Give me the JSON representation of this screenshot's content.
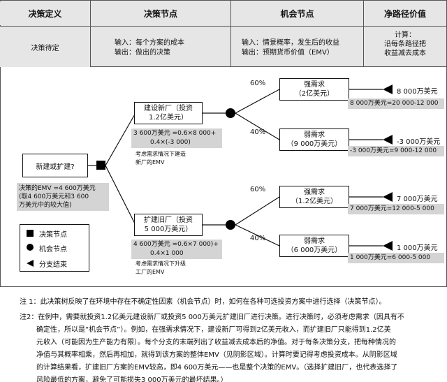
{
  "header": {
    "c1": "决策定义",
    "c2": "决策节点",
    "c3": "机会节点",
    "c4": "净路径价值"
  },
  "def_row": {
    "c1": "决策待定",
    "c2_l1": "输入：每个方案的成本",
    "c2_l2": "输出：做出的决策",
    "c3_l1": "输入：情景概率，发生后的收益",
    "c3_l2": "输出：预期货币价值（EMV）",
    "c4_l1": "计算：",
    "c4_l2": "沿每条路径把",
    "c4_l3": "收益减去成本"
  },
  "tree": {
    "root": "新建或扩建?",
    "root_emv_l1": "决策的EMV =4 600万美元",
    "root_emv_l2": "(取4 600万美元和3 600",
    "root_emv_l3": "万美元中的较大值)",
    "opt1_l1": "建设新厂（投资",
    "opt1_l2": "1.2亿美元）",
    "opt1_emv_l1": "3 600万美元 =0.6×8 000+",
    "opt1_emv_l2": "0.4×(-3 000)",
    "opt1_note_l1": "考虑需求情况下建造",
    "opt1_note_l2": "新厂的EMV",
    "opt2_l1": "扩建旧厂（投资",
    "opt2_l2": "5 000万美元）",
    "opt2_emv_l1": "4 600万美元 =0.6×7 000)+",
    "opt2_emv_l2": "0.4×1 000",
    "opt2_note_l1": "考虑需求情况下升级",
    "opt2_note_l2": "工厂的EMV",
    "branches": [
      {
        "prob": "60%",
        "s1": "强需求",
        "s2": "（2亿美元）",
        "result": "8 000万美元",
        "calc": "8 000万美元=20 000-12 000"
      },
      {
        "prob": "40%",
        "s1": "弱需求",
        "s2": "（9 000万美元）",
        "result": "-3 000万美元",
        "calc": "-3 000万美元=9 000-12 000"
      },
      {
        "prob": "60%",
        "s1": "强需求",
        "s2": "（1.2亿美元）",
        "result": "7 000万美元",
        "calc": "7 000万美元=12 000-5 000"
      },
      {
        "prob": "40%",
        "s1": "弱需求",
        "s2": "（6 000万美元）",
        "result": "1 000万美元",
        "calc": "1 000万美元=6 000-5 000"
      }
    ],
    "legend": {
      "decision": "决策节点",
      "chance": "机会节点",
      "end": "分支结束"
    }
  },
  "notes": {
    "n1": "注 1：此决策树反映了在环境中存在不确定性因素（机会节点）时，如何在各种可选投资方案中进行选择（决策节点）。",
    "n2_l1": "注2：在例中，需要就投资1.2亿美元建设新厂或投资5 000万美元扩建旧厂进行决策。进行决策时，必须考虑需求（因具有不",
    "n2_l2": "确定性，所以是“机会节点”）。例如，在强需求情况下，建设新厂可得到2亿美元收入，而扩建旧厂只能得到1.2亿美",
    "n2_l3": "元收入（可能因为生产能力有限）。每个分支的末端列出了收益减去成本后的净值。对于每条决策分支，把每种情况的",
    "n2_l4": "净值与其概率相乘，然后再相加，就得到该方案的整体EMV（见阴影区域）。计算时要记得考虑投资成本。从阴影区域",
    "n2_l5": "的计算结果看，扩建旧厂方案的EMV较高，即4 600万美元——也是整个决策的EMV。（选择扩建旧厂，也代表选择了",
    "n2_l6": "风险最低的方案，避免了可能损失3 000万美元的最坏结果。）"
  }
}
